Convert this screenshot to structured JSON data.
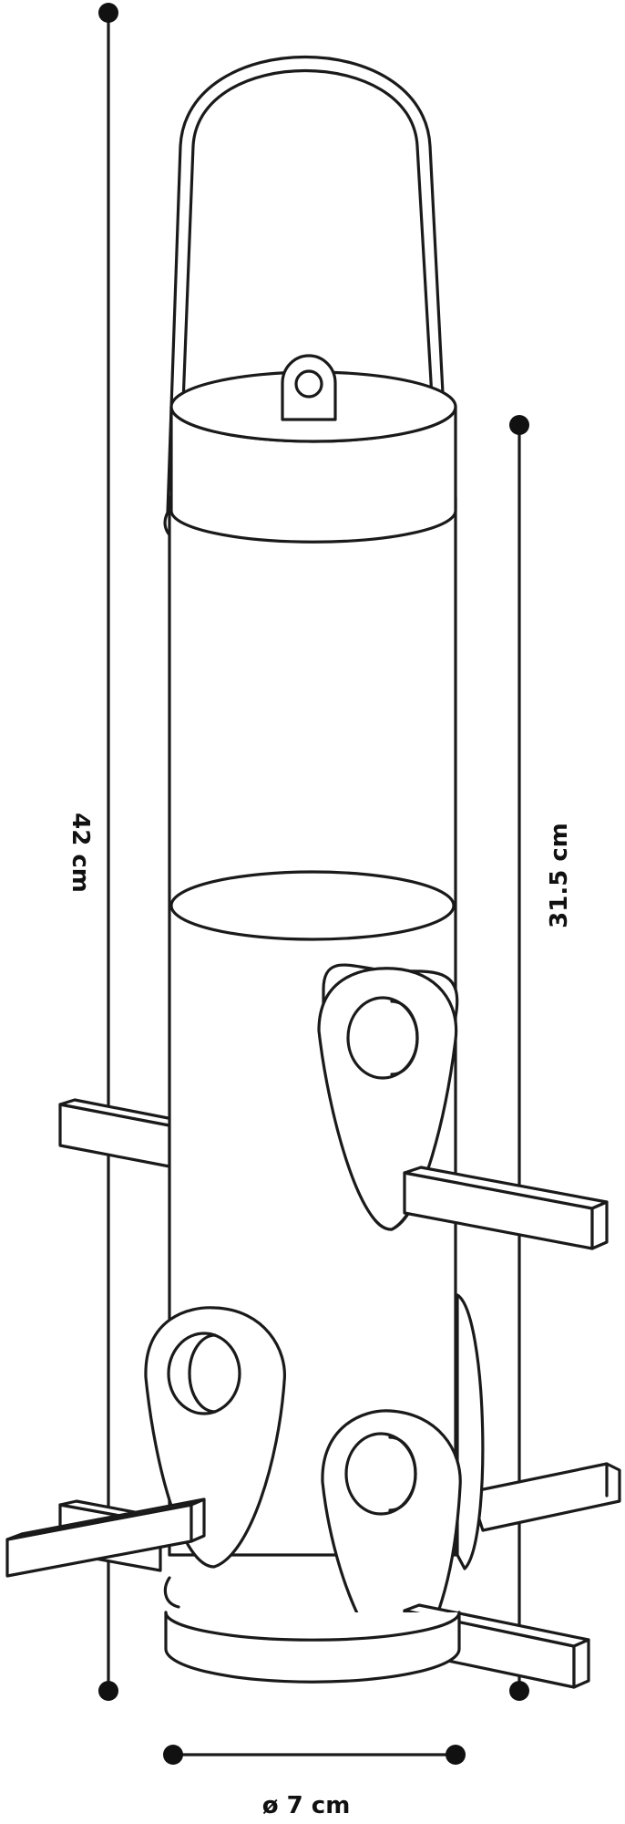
{
  "dimensions": {
    "total_height": "42 cm",
    "tube_height": "31.5 cm",
    "diameter": "ø 7 cm"
  },
  "colors": {
    "line": "#1a1a1a",
    "background": "#ffffff"
  }
}
